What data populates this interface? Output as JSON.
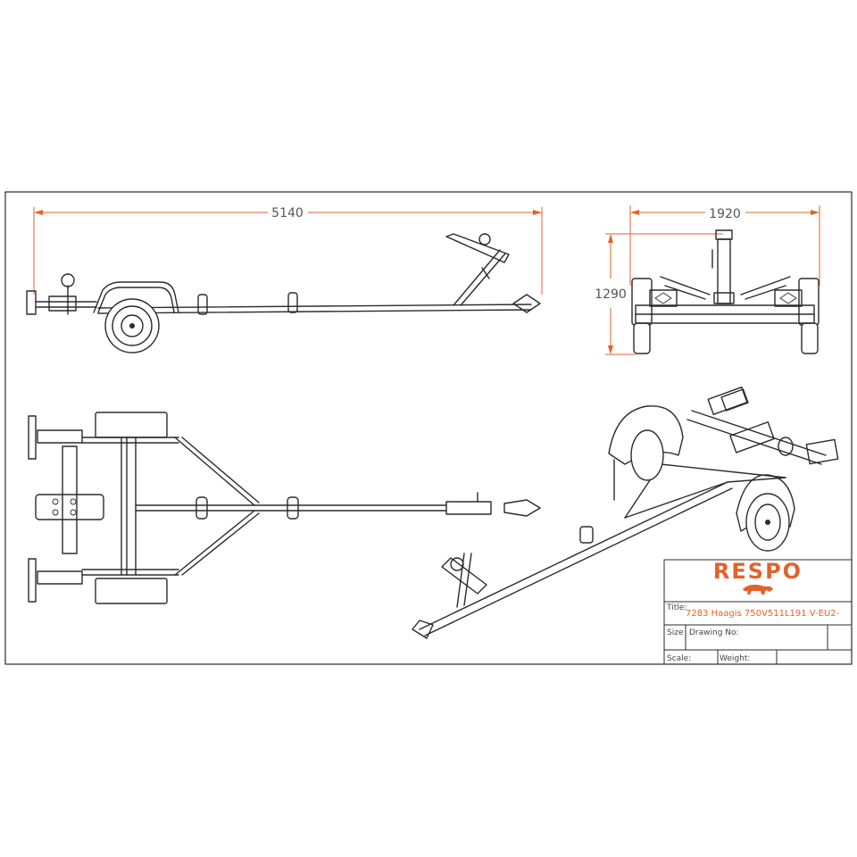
{
  "dimensions": {
    "length": "5140",
    "width": "1920",
    "height": "1290"
  },
  "title_block": {
    "brand": "RESPO",
    "title_label": "Title:",
    "title_value": "7283 Haagis 750V511L191 V-EU2-",
    "size_label": "Size",
    "drawing_no_label": "Drawing No:",
    "scale_label": "Scale:",
    "weight_label": "Weight:"
  },
  "colors": {
    "accent": "#e2622d",
    "line": "#2b2b2b"
  }
}
